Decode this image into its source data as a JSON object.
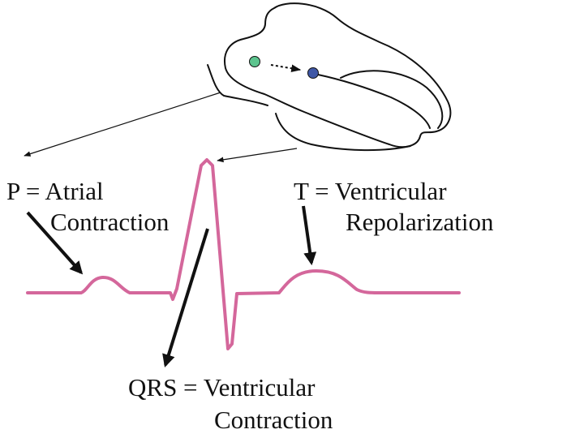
{
  "labels": {
    "p_line1": "P = Atrial",
    "p_line2": "Contraction",
    "t_line1": "T = Ventricular",
    "t_line2": "Repolarization",
    "qrs_line1": "QRS = Ventricular",
    "qrs_line2": "Contraction"
  },
  "colors": {
    "ecg_trace": "#d4679b",
    "ink": "#111111",
    "sa_node": "#5cc48e",
    "av_node": "#3f57a6"
  }
}
